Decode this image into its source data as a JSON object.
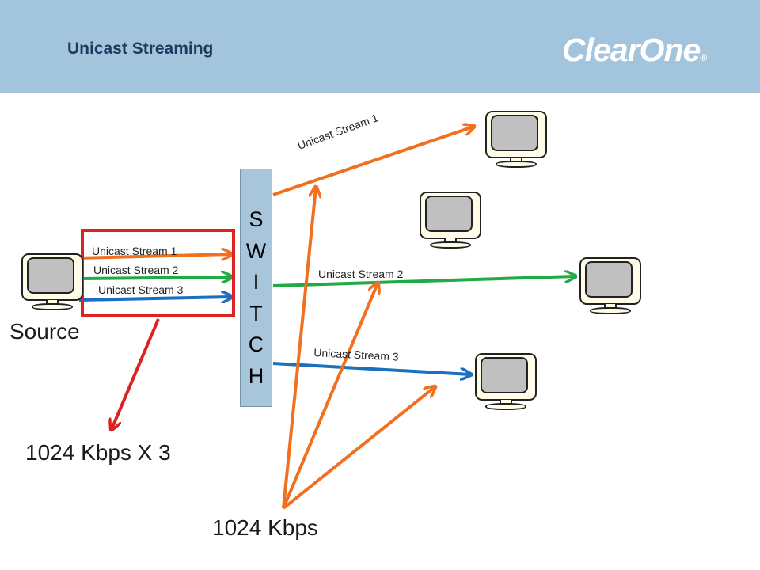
{
  "header": {
    "title": "Unicast Streaming",
    "logo": "ClearOne"
  },
  "switch_letters": [
    "S",
    "W",
    "I",
    "T",
    "C",
    "H"
  ],
  "source_label": "Source",
  "rate_multi": "1024 Kbps X 3",
  "rate_single": "1024 Kbps",
  "streams": {
    "in1": "Unicast Stream 1",
    "in2": "Unicast Stream 2",
    "in3": "Unicast Stream 3",
    "out1": "Unicast Stream 1",
    "out2": "Unicast Stream 2",
    "out3": "Unicast Stream 3"
  },
  "colors": {
    "header": "#a2c4dc",
    "stream1": "#f07020",
    "stream2": "#22aa44",
    "stream3": "#1a6fc0",
    "highlight": "#dd2222"
  },
  "icons": [
    "monitor-icon",
    "arrow-icon"
  ]
}
